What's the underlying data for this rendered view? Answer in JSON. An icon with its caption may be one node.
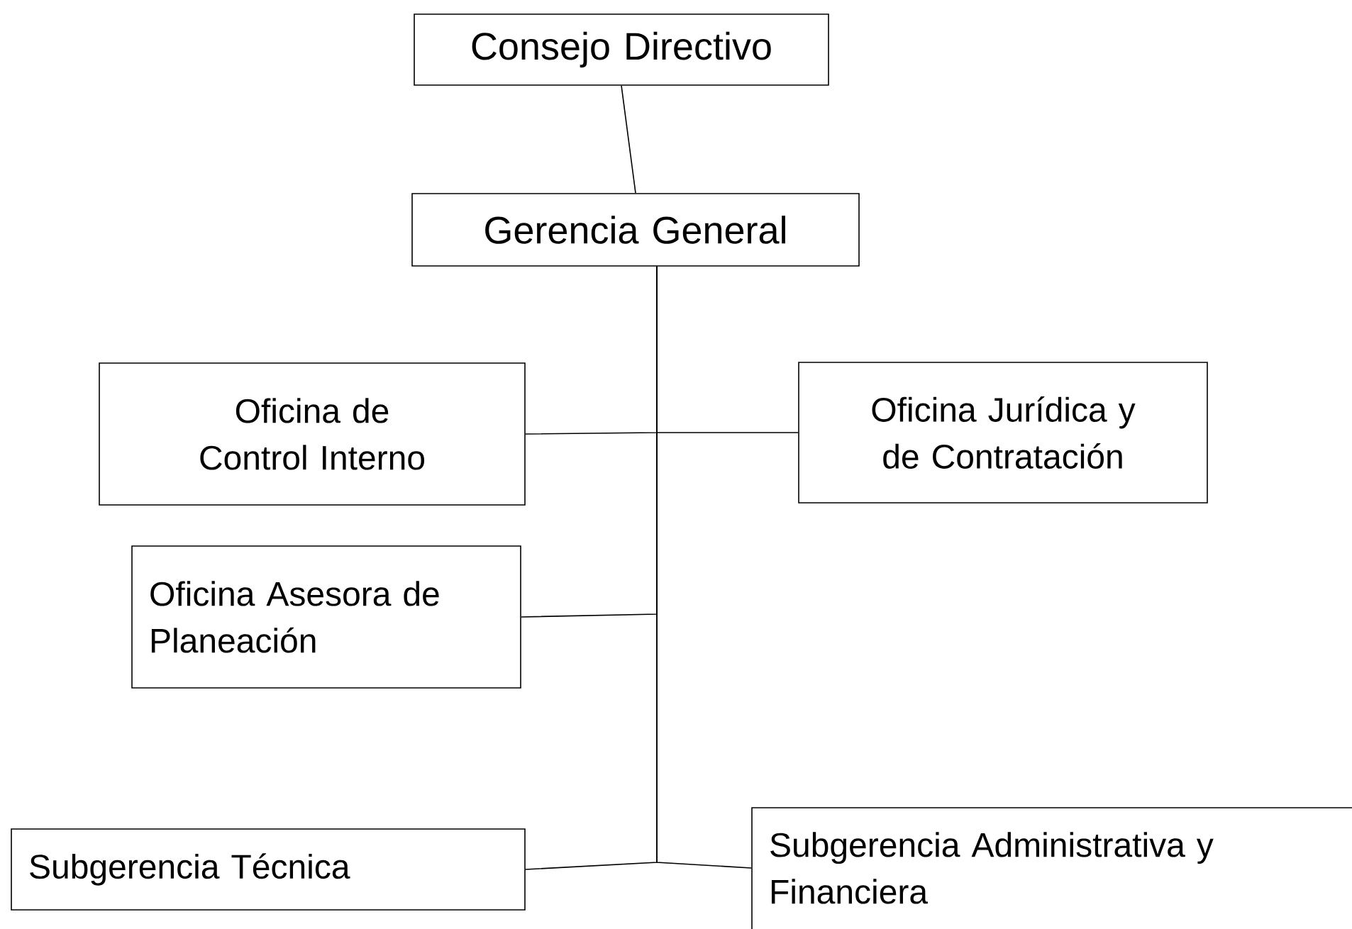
{
  "diagram": {
    "nodes": [
      {
        "text": [
          "Consejo Directivo"
        ]
      },
      {
        "text": [
          "Gerencia General"
        ]
      },
      {
        "text": [
          "Oficina de Control Interno"
        ]
      },
      {
        "text": [
          "Oficina Jurídica y de Contratación"
        ]
      },
      {
        "text": [
          "Oficina Asesora de Planeación"
        ]
      },
      {
        "text": [
          "Subgerencia Técnica"
        ]
      },
      {
        "text": [
          "Subgerencia Administrativa y Financiera"
        ]
      }
    ],
    "edges": [
      {
        "from": 0,
        "to": 1,
        "arrow": "none"
      },
      {
        "from": 1,
        "to": 2,
        "arrow": "none"
      },
      {
        "from": 1,
        "to": 3,
        "arrow": "none"
      },
      {
        "from": 1,
        "to": 4,
        "arrow": "none"
      },
      {
        "from": 1,
        "to": 5,
        "arrow": "none"
      },
      {
        "from": 1,
        "to": 6,
        "arrow": "none"
      }
    ]
  }
}
